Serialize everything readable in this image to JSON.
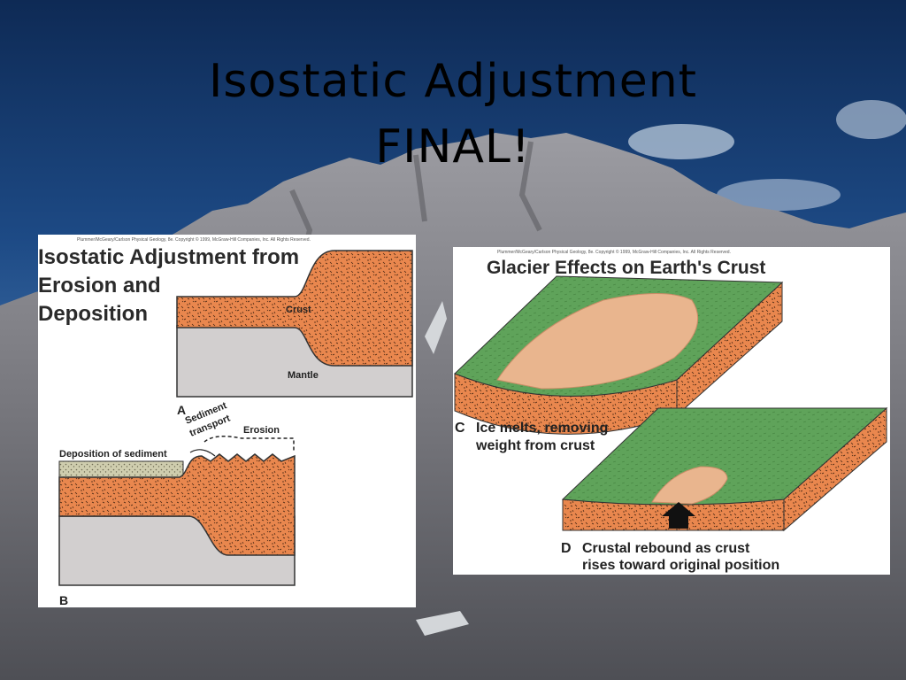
{
  "slide": {
    "title_line1": "Isostatic Adjustment",
    "title_line2": "FINAL!"
  },
  "figure_left": {
    "copyright": "Plummer/McGeary/Carlson Physical Geology, 8e. Copyright © 1999, McGraw-Hill Companies, Inc. All Rights Reserved.",
    "heading_line1": "Isostatic Adjustment from",
    "heading_line2": "Erosion and",
    "heading_line3": "Deposition",
    "label_crust": "Crust",
    "label_mantle": "Mantle",
    "panel_a": "A",
    "label_sediment_line1": "Sediment",
    "label_sediment_line2": "transport",
    "label_erosion": "Erosion",
    "label_deposition": "Deposition of sediment",
    "panel_b": "B"
  },
  "figure_right": {
    "copyright": "Plummer/McGeary/Carlson Physical Geology, 8e. Copyright © 1999, McGraw-Hill Companies, Inc. All Rights Reserved.",
    "heading": "Glacier Effects on Earth's Crust",
    "caption_c_letter": "C",
    "caption_c_line1": "Ice melts, removing",
    "caption_c_line2": "weight from crust",
    "caption_d_letter": "D",
    "caption_d_line1": "Crustal rebound as crust",
    "caption_d_line2": "rises toward original position"
  },
  "colors": {
    "crust": "#e9874e",
    "mantle": "#d2cfcf",
    "grass": "#5fa35a",
    "ice_remnant": "#e9b58e",
    "sediment": "#c9c7a6"
  }
}
